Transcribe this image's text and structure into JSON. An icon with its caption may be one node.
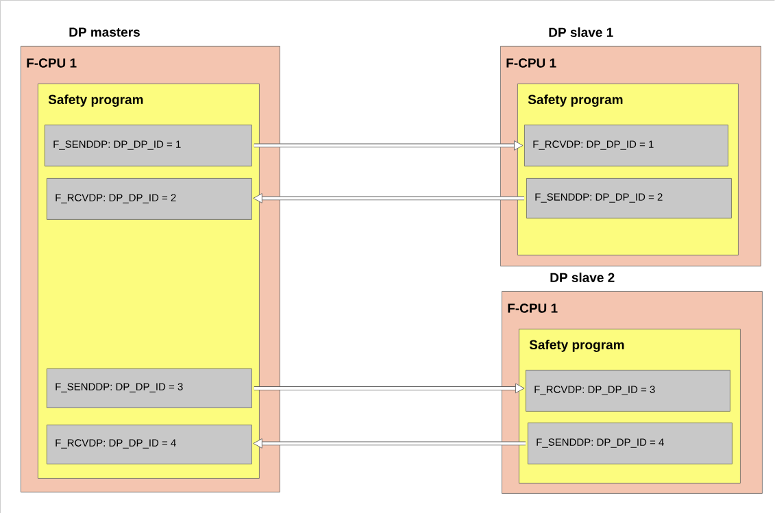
{
  "diagram": {
    "nodes": [
      {
        "text": [
          "DP masters",
          "F-CPU 1"
        ]
      },
      {
        "text": [
          "Safety program"
        ],
        "in": 0
      },
      {
        "text": [
          "F_SENDDP: DP_DP_ID = 1"
        ],
        "in": 1
      },
      {
        "text": [
          "F_RCVDP: DP_DP_ID = 2"
        ],
        "in": 1
      },
      {
        "text": [
          "F_SENDDP: DP_DP_ID = 3"
        ],
        "in": 1
      },
      {
        "text": [
          "F_RCVDP: DP_DP_ID = 4"
        ],
        "in": 1
      },
      {
        "text": [
          "DP slave 1",
          "F-CPU 1"
        ]
      },
      {
        "text": [
          "Safety program"
        ],
        "in": 6
      },
      {
        "text": [
          "F_RCVDP: DP_DP_ID = 1"
        ],
        "in": 7
      },
      {
        "text": [
          "F_SENDDP: DP_DP_ID = 2"
        ],
        "in": 7
      },
      {
        "text": [
          "DP slave 2",
          "F-CPU 1"
        ]
      },
      {
        "text": [
          "Safety program"
        ],
        "in": 10
      },
      {
        "text": [
          "F_RCVDP: DP_DP_ID = 3"
        ],
        "in": 11
      },
      {
        "text": [
          "F_SENDDP: DP_DP_ID = 4"
        ],
        "in": 11
      }
    ],
    "edges": [
      {
        "from": 2,
        "to": 8,
        "arrow": "to"
      },
      {
        "from": 9,
        "to": 3,
        "arrow": "to"
      },
      {
        "from": 4,
        "to": 12,
        "arrow": "to"
      },
      {
        "from": 13,
        "to": 5,
        "arrow": "to"
      }
    ]
  }
}
